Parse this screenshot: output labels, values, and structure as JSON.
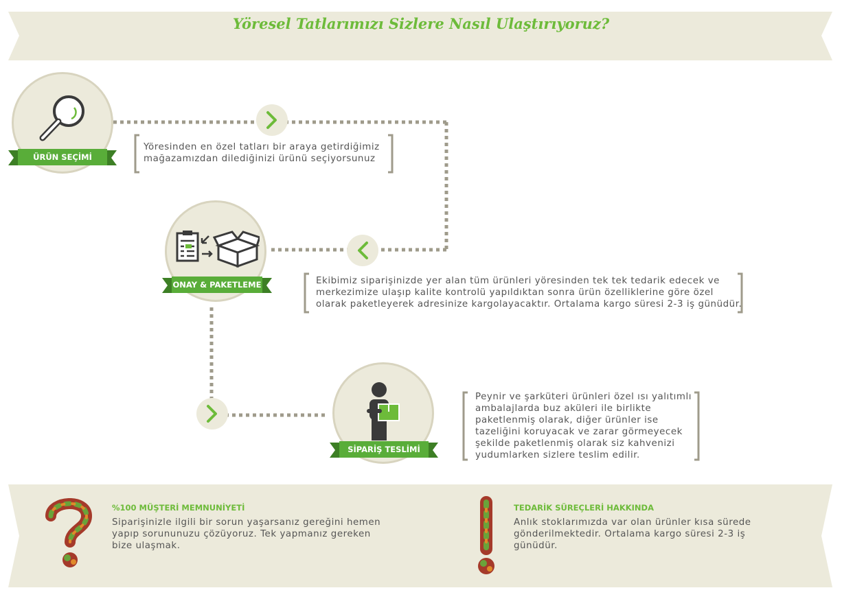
{
  "title": "Yöresel Tatlarımızı Sizlere Nasıl Ulaştırıyoruz?",
  "steps": [
    {
      "label": "ÜRÜN SEÇİMİ",
      "icon": "magnifier-icon",
      "description": [
        "Yöresinden en özel tatları bir araya getirdiğimiz",
        "mağazamızdan dilediğinizi ürünü seçiyorsunuz"
      ]
    },
    {
      "label": "ONAY & PAKETLEME",
      "icon": "clipboard-box-icon",
      "description": [
        "Ekibimiz siparişinizde yer alan tüm ürünleri yöresinden tek tek tedarik edecek ve",
        "merkezimize ulaşıp kalite kontrolü yapıldıktan sonra ürün özelliklerine göre özel",
        "olarak paketleyerek adresinize kargolayacaktır. Ortalama kargo süresi 2-3 iş günüdür."
      ]
    },
    {
      "label": "SİPARİŞ TESLİMİ",
      "icon": "delivery-person-icon",
      "description": [
        "Peynir ve şarküteri ürünleri özel ısı yalıtımlı",
        "ambalajlarda buz aküleri ile birlikte",
        "paketlenmiş olarak, diğer ürünler ise",
        "tazeliğini koruyacak ve zarar görmeyecek",
        "şekilde paketlenmiş olarak siz kahvenizi",
        "yudumlarken sizlere teslim edilir."
      ]
    }
  ],
  "bottom": [
    {
      "heading": "%100 MÜŞTERİ MEMNUNİYETİ",
      "icon": "fruit-question-mark-icon",
      "text": [
        "Siparişinizle ilgili bir sorun yaşarsanız gereğini hemen",
        "yapıp sorununuzu çözüyoruz. Tek yapmanız gereken",
        "bize ulaşmak."
      ]
    },
    {
      "heading": "TEDARİK SÜREÇLERİ HAKKINDA",
      "icon": "fruit-exclamation-mark-icon",
      "text": [
        "Anlık stoklarımızda var olan ürünler kısa sürede",
        "gönderilmektedir. Ortalama kargo süresi 2-3 iş",
        "günüdür."
      ]
    }
  ],
  "colors": {
    "accent": "#6dbb3a",
    "ribbon": "#59ad39",
    "ribbon_dark": "#3d7f25",
    "banner": "#eceadb",
    "dots": "#9f9b8b",
    "text": "#555555"
  }
}
